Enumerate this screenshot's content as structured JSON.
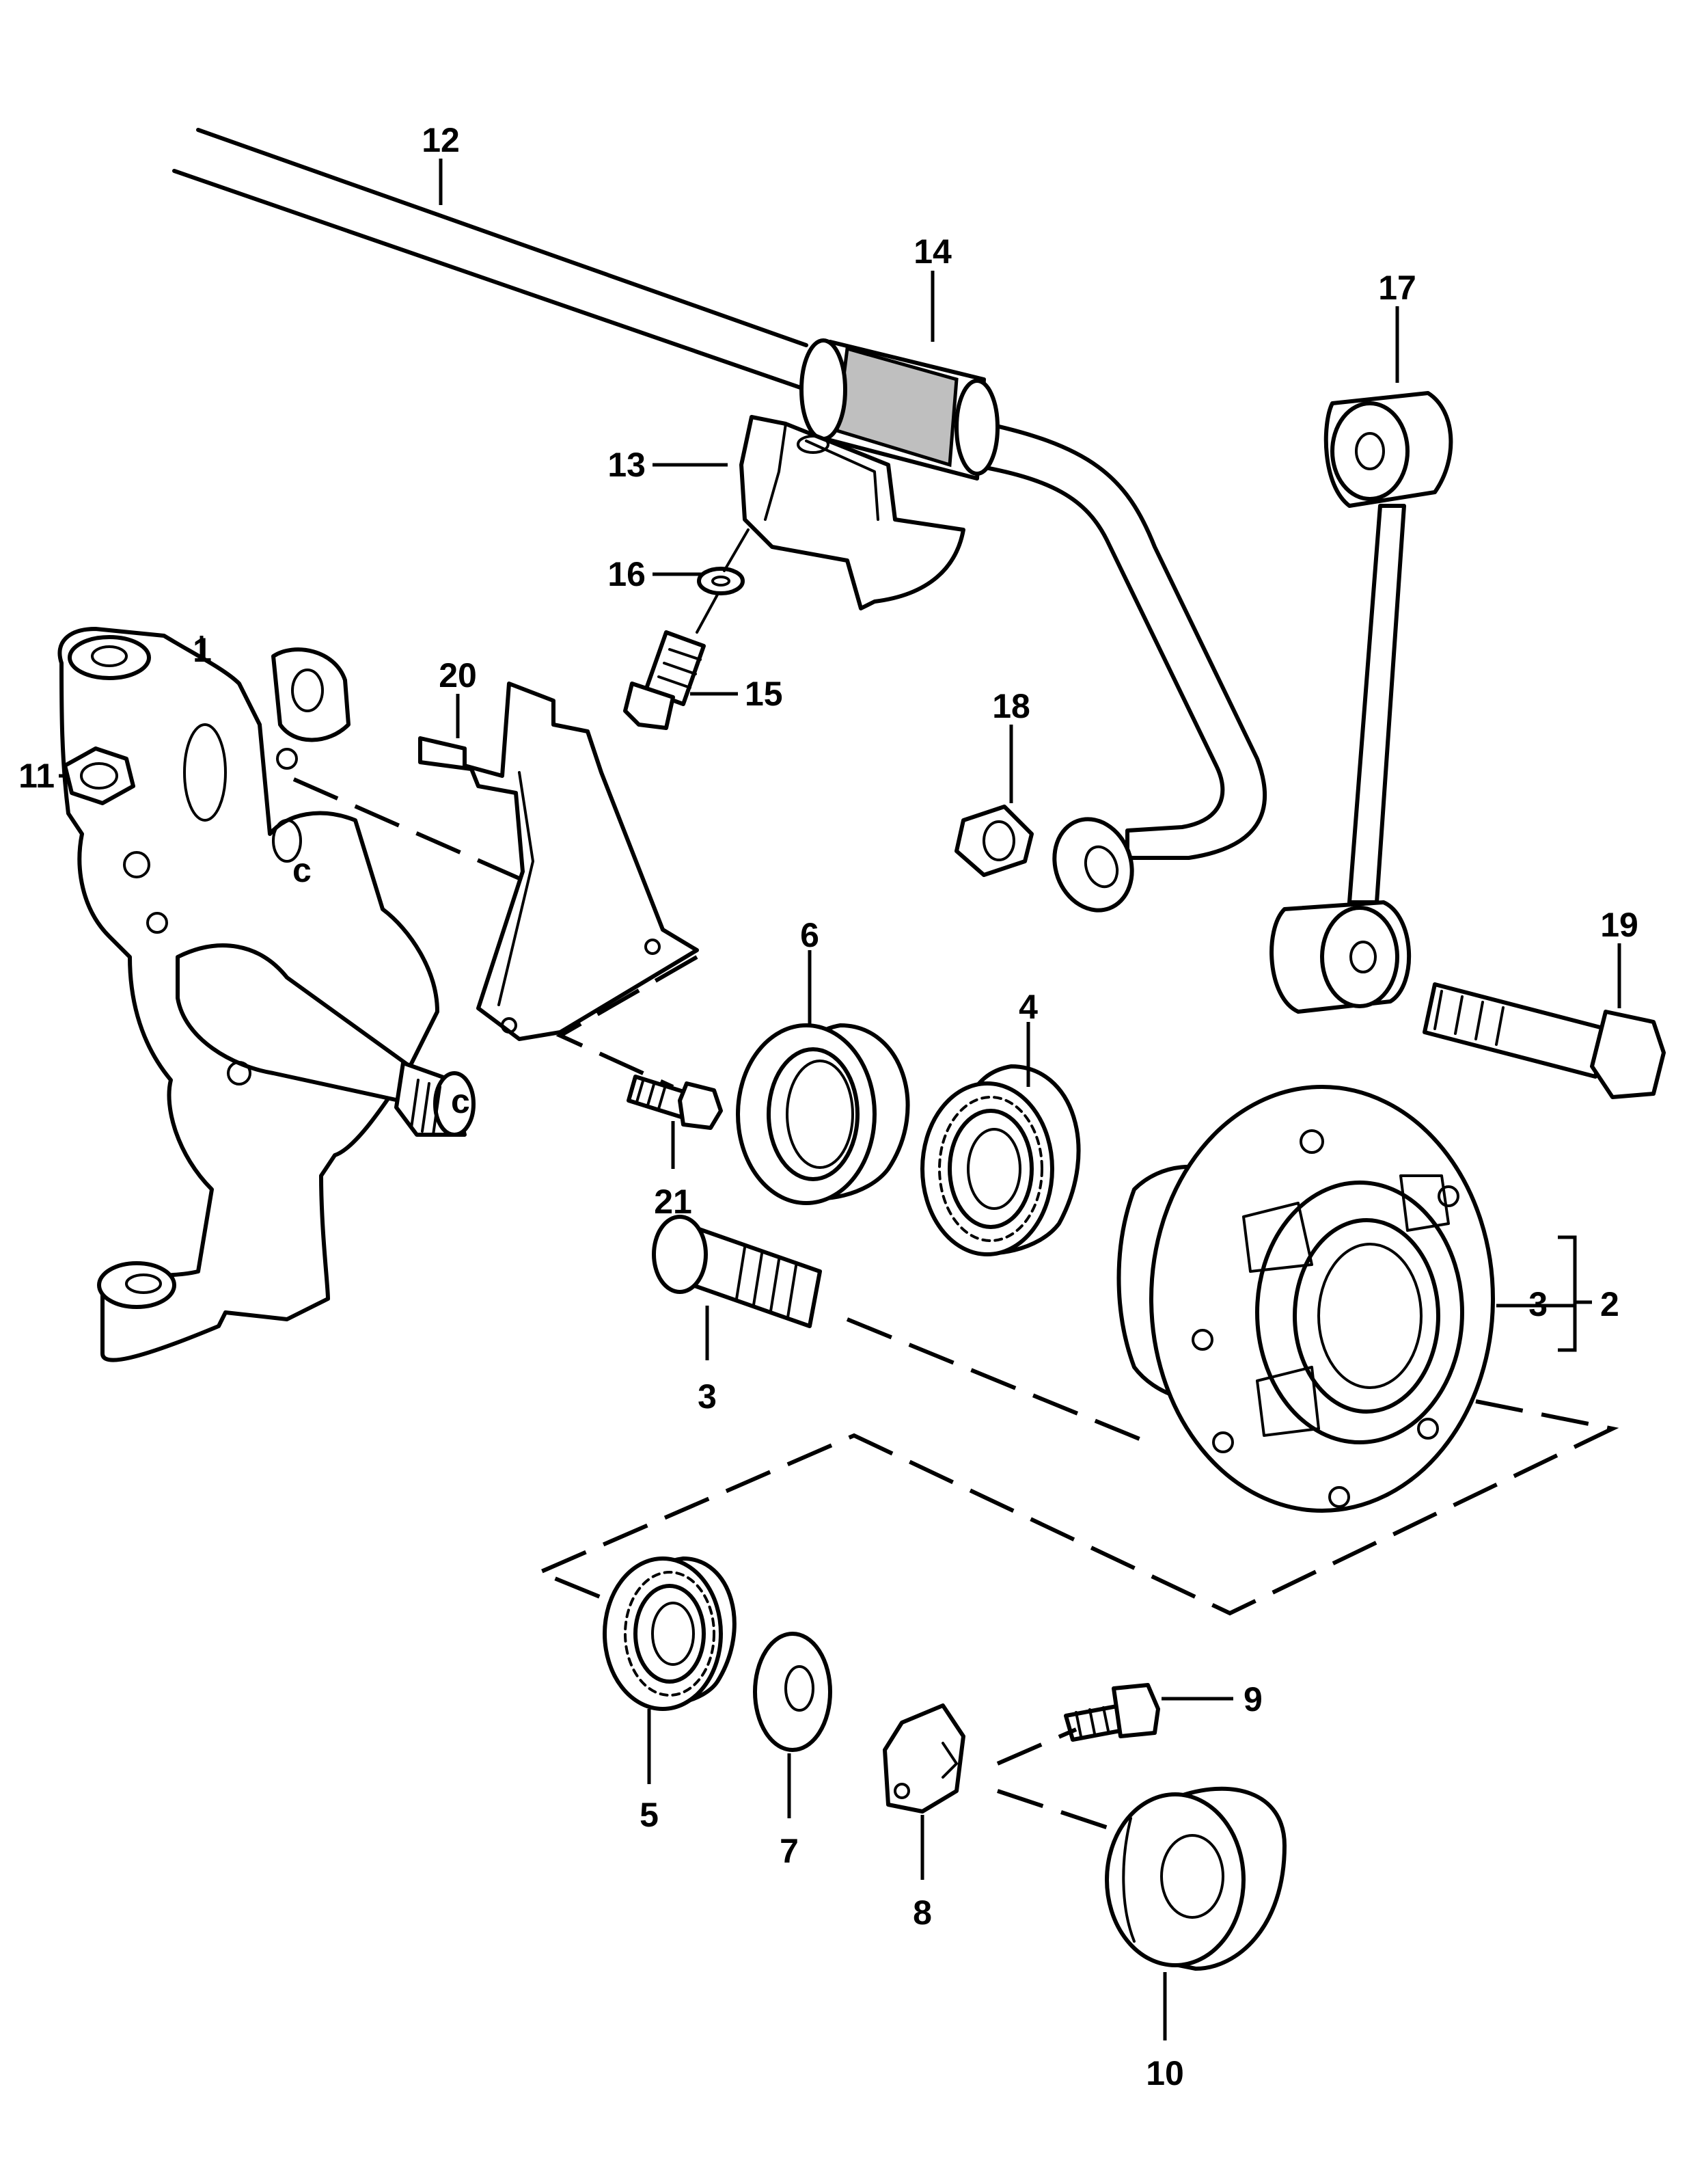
{
  "diagram": {
    "callouts": [
      {
        "id": "c1",
        "text": "1"
      },
      {
        "id": "c2",
        "text": "2"
      },
      {
        "id": "c3a",
        "text": "3"
      },
      {
        "id": "c3b",
        "text": "3"
      },
      {
        "id": "c4",
        "text": "4"
      },
      {
        "id": "c5",
        "text": "5"
      },
      {
        "id": "c6",
        "text": "6"
      },
      {
        "id": "c7",
        "text": "7"
      },
      {
        "id": "c8",
        "text": "8"
      },
      {
        "id": "c9",
        "text": "9"
      },
      {
        "id": "c10",
        "text": "10"
      },
      {
        "id": "c11",
        "text": "11"
      },
      {
        "id": "c12",
        "text": "12"
      },
      {
        "id": "c13",
        "text": "13"
      },
      {
        "id": "c14",
        "text": "14"
      },
      {
        "id": "c15",
        "text": "15"
      },
      {
        "id": "c16",
        "text": "16"
      },
      {
        "id": "c17",
        "text": "17"
      },
      {
        "id": "c18",
        "text": "18"
      },
      {
        "id": "c19",
        "text": "19"
      },
      {
        "id": "c20",
        "text": "20"
      },
      {
        "id": "c21",
        "text": "21"
      }
    ],
    "knuckle_marking": "c",
    "line_color": "#000000",
    "background_color": "#ffffff",
    "sleeve_fill": "#bfbfbf"
  }
}
